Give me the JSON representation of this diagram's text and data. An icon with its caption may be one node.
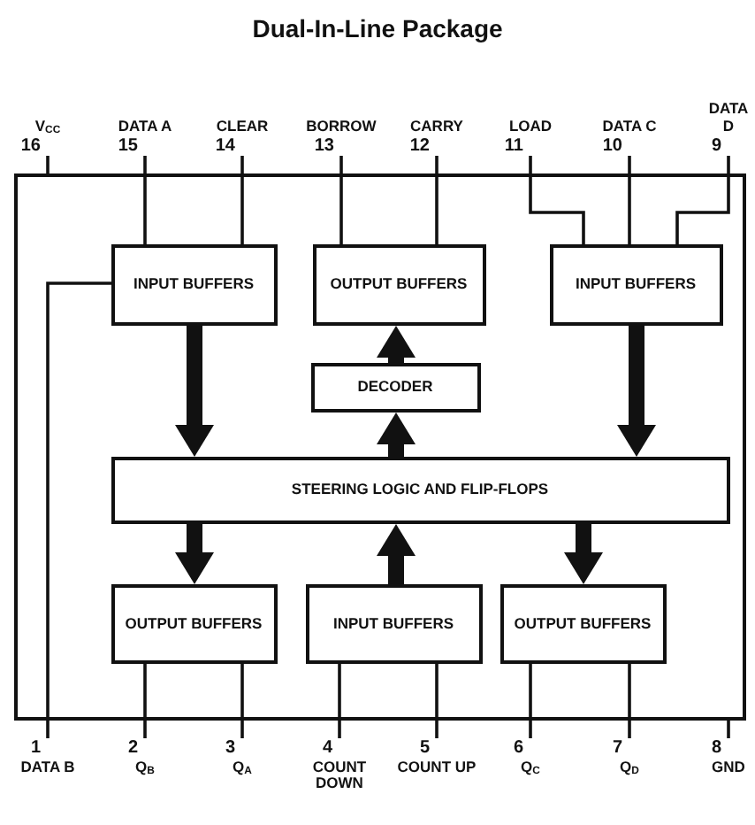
{
  "diagram": {
    "title": "Dual-In-Line Package",
    "nodes": [
      {
        "text": [],
        "shape": "box"
      },
      {
        "text": [
          "INPUT BUFFERS"
        ],
        "in": 0
      },
      {
        "text": [
          "OUTPUT BUFFERS"
        ],
        "in": 0
      },
      {
        "text": [
          "INPUT BUFFERS"
        ],
        "in": 0
      },
      {
        "text": [
          "DECODER"
        ],
        "in": 0
      },
      {
        "text": [
          "STEERING LOGIC AND FLIP-FLOPS"
        ],
        "in": 0
      },
      {
        "text": [
          "OUTPUT BUFFERS"
        ],
        "in": 0
      },
      {
        "text": [
          "INPUT BUFFERS"
        ],
        "in": 0
      },
      {
        "text": [
          "OUTPUT BUFFERS"
        ],
        "in": 0
      },
      {
        "text": [
          "V$_{CC}$",
          "16"
        ]
      },
      {
        "text": [
          "DATA A",
          "15"
        ]
      },
      {
        "text": [
          "CLEAR",
          "14"
        ]
      },
      {
        "text": [
          "BORROW",
          "13"
        ]
      },
      {
        "text": [
          "CARRY",
          "12"
        ]
      },
      {
        "text": [
          "LOAD",
          "11"
        ]
      },
      {
        "text": [
          "DATA C",
          "10"
        ]
      },
      {
        "text": [
          "DATA D",
          "9"
        ]
      },
      {
        "text": [
          "1",
          "DATA B"
        ]
      },
      {
        "text": [
          "2",
          "Q$_{B}$"
        ]
      },
      {
        "text": [
          "3",
          "Q$_{A}$"
        ]
      },
      {
        "text": [
          "4",
          "COUNT DOWN"
        ]
      },
      {
        "text": [
          "5",
          "COUNT UP"
        ]
      },
      {
        "text": [
          "6",
          "Q$_{C}$"
        ]
      },
      {
        "text": [
          "7",
          "Q$_{D}$"
        ]
      },
      {
        "text": [
          "8",
          "GND"
        ]
      }
    ],
    "edges": [
      {
        "from": 9,
        "to": 0,
        "arrow": "none"
      },
      {
        "from": 10,
        "to": 1,
        "arrow": "none"
      },
      {
        "from": 11,
        "to": 1,
        "arrow": "none"
      },
      {
        "from": 12,
        "to": 2,
        "arrow": "none"
      },
      {
        "from": 13,
        "to": 2,
        "arrow": "none"
      },
      {
        "from": 14,
        "to": 3,
        "arrow": "none"
      },
      {
        "from": 15,
        "to": 3,
        "arrow": "none"
      },
      {
        "from": 16,
        "to": 3,
        "arrow": "none"
      },
      {
        "from": 17,
        "to": 1,
        "arrow": "none"
      },
      {
        "from": 18,
        "to": 6,
        "arrow": "none"
      },
      {
        "from": 19,
        "to": 6,
        "arrow": "none"
      },
      {
        "from": 20,
        "to": 7,
        "arrow": "none"
      },
      {
        "from": 21,
        "to": 7,
        "arrow": "none"
      },
      {
        "from": 22,
        "to": 8,
        "arrow": "none"
      },
      {
        "from": 23,
        "to": 8,
        "arrow": "none"
      },
      {
        "from": 24,
        "to": 0,
        "arrow": "none"
      },
      {
        "from": 1,
        "to": 5,
        "arrow": "to",
        "style": "thick"
      },
      {
        "from": 3,
        "to": 5,
        "arrow": "to",
        "style": "thick"
      },
      {
        "from": 4,
        "to": 2,
        "arrow": "to",
        "style": "thick"
      },
      {
        "from": 5,
        "to": 4,
        "arrow": "to",
        "style": "thick"
      },
      {
        "from": 5,
        "to": 6,
        "arrow": "to",
        "style": "thick"
      },
      {
        "from": 7,
        "to": 5,
        "arrow": "to",
        "style": "thick"
      },
      {
        "from": 5,
        "to": 8,
        "arrow": "to",
        "style": "thick"
      }
    ]
  }
}
